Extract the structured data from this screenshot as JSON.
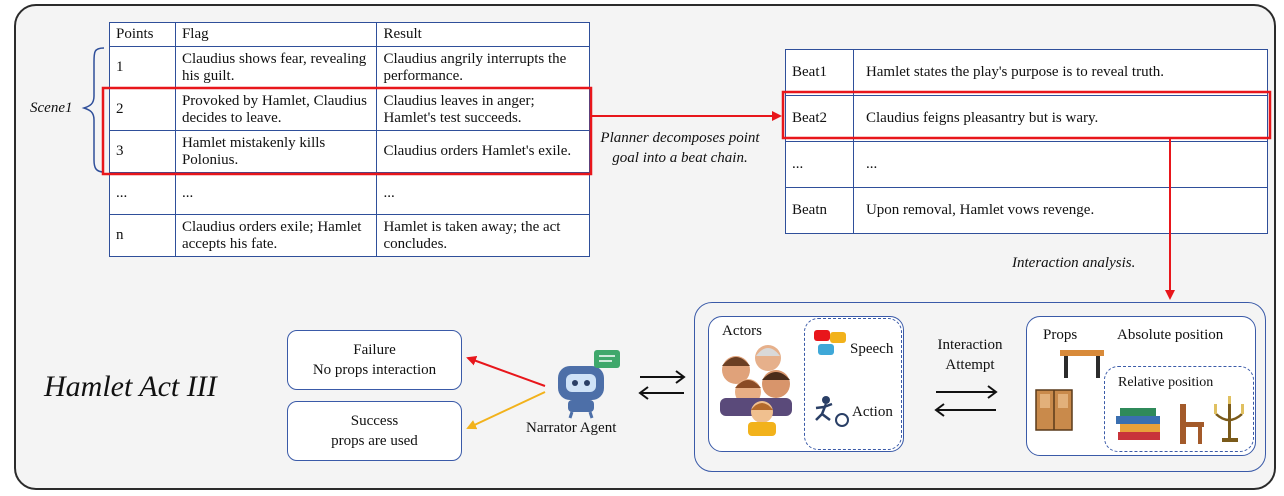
{
  "points_table": {
    "headers": [
      "Points",
      "Flag",
      "Result"
    ],
    "rows": [
      {
        "point": "1",
        "flag": "Claudius shows fear, revealing his guilt.",
        "result": "Claudius angrily interrupts the performance."
      },
      {
        "point": "2",
        "flag": "Provoked by Hamlet, Claudius decides to leave.",
        "result": "Claudius leaves in anger; Hamlet's test succeeds."
      },
      {
        "point": "3",
        "flag": "Hamlet mistakenly kills Polonius.",
        "result": "Claudius orders Hamlet's exile."
      },
      {
        "point": "...",
        "flag": "...",
        "result": "..."
      },
      {
        "point": "n",
        "flag": "Claudius orders exile; Hamlet accepts his fate.",
        "result": "Hamlet is taken away; the act concludes."
      }
    ]
  },
  "scene_label": "Scene1",
  "planner_note": "Planner decomposes point goal into a beat chain.",
  "beats_table": {
    "rows": [
      {
        "beat": "Beat1",
        "text": "Hamlet states the play's purpose is to reveal truth."
      },
      {
        "beat": "Beat2",
        "text": "Claudius feigns pleasantry but is wary."
      },
      {
        "beat": "...",
        "text": "..."
      },
      {
        "beat": "Beatn",
        "text": "Upon removal, Hamlet vows revenge."
      }
    ]
  },
  "interaction_analysis": "Interaction analysis.",
  "title": "Hamlet Act III",
  "failure": {
    "line1": "Failure",
    "line2": "No props interaction"
  },
  "success": {
    "line1": "Success",
    "line2": "props are used"
  },
  "narrator": "Narrator Agent",
  "actors": {
    "label": "Actors",
    "speech": "Speech",
    "action": "Action"
  },
  "interaction_attempt": {
    "line1": "Interaction",
    "line2": "Attempt"
  },
  "props": {
    "label": "Props",
    "absolute": "Absolute position",
    "relative": "Relative position"
  },
  "colors": {
    "table_border": "#2f4f9a",
    "highlight": "#e8161b",
    "failure_arrow": "#e8161b",
    "success_arrow": "#f2b21b",
    "box_border": "#3a5aa8"
  }
}
